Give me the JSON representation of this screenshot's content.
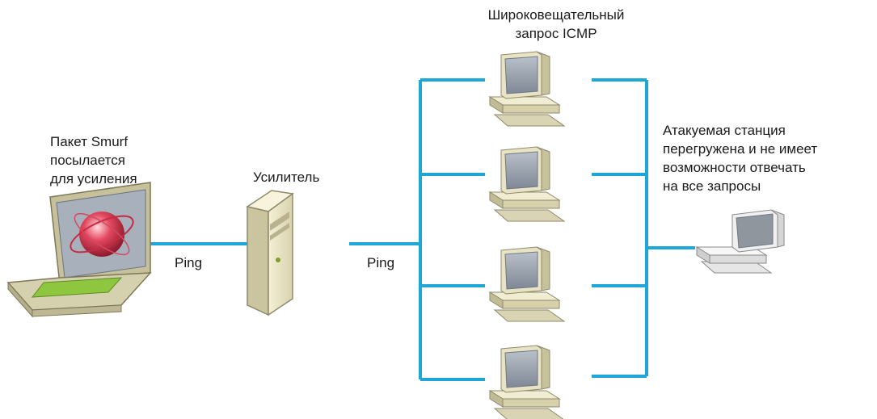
{
  "labels": {
    "source": [
      "Пакет Smurf",
      "посылается",
      "для усиления"
    ],
    "amplifier": "Усилитель",
    "ping_left": "Ping",
    "ping_right": "Ping",
    "broadcast": [
      "Широковещательный",
      "запрос ICMP"
    ],
    "victim": [
      "Атакуемая станция",
      "перегружена и не имеет",
      "возможности отвечать",
      "на все запросы"
    ]
  },
  "colors": {
    "link": "#1ea7d6",
    "beige": "#ece7c9",
    "beige_dark": "#b9b38f",
    "screen": "#9aa3b0",
    "laptop_body": "#c9c49e",
    "laptop_keys": "#8ec63f",
    "orb": "#d8344f",
    "victim_body": "#f3f3f3",
    "victim_screen": "#8f969e"
  },
  "icons": {
    "laptop": "laptop-icon",
    "server": "server-tower-icon",
    "broadcast_pc": "desktop-computer-icon",
    "victim_pc": "desktop-computer-icon"
  }
}
